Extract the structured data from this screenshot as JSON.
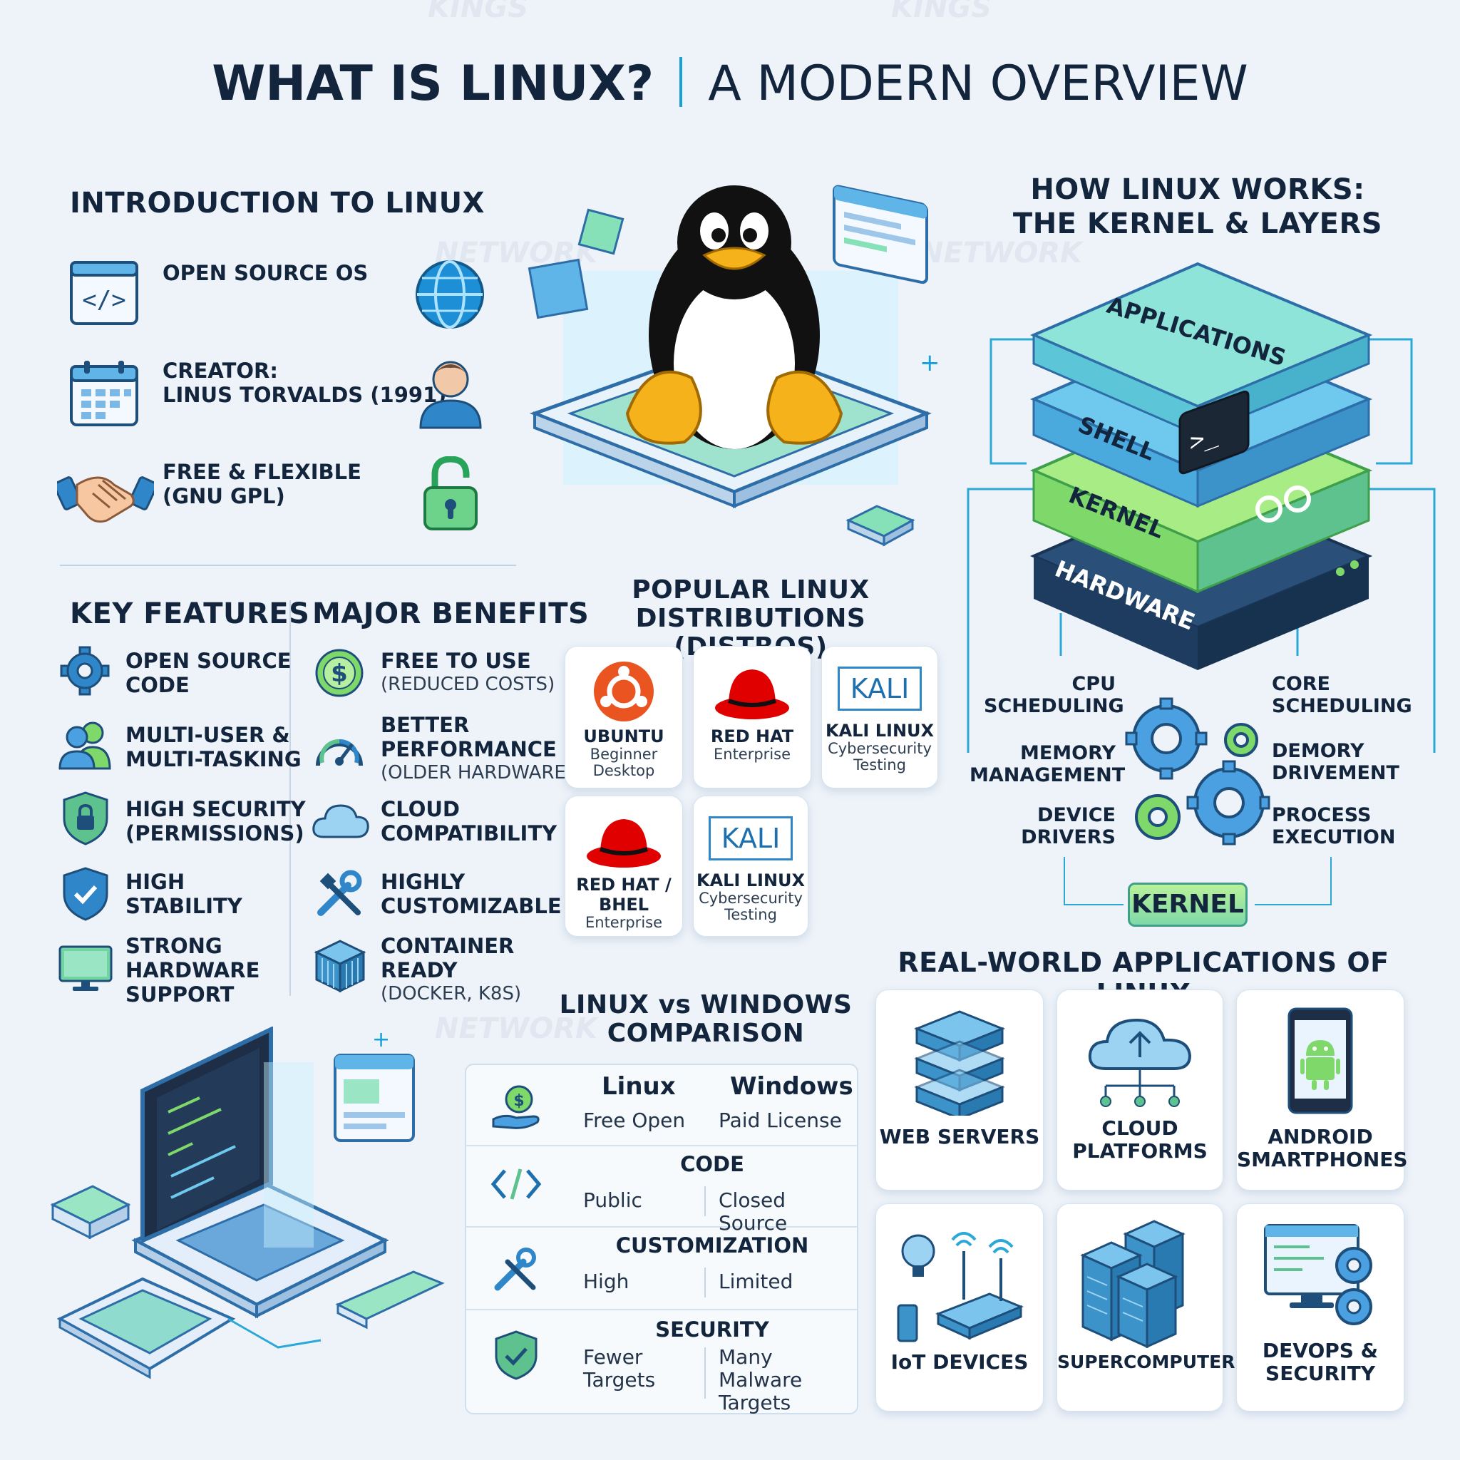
{
  "title": {
    "main": "WHAT IS LINUX?",
    "sub": "A MODERN OVERVIEW"
  },
  "intro": {
    "title": "INTRODUCTION TO LINUX",
    "items": [
      {
        "text": "OPEN SOURCE OS"
      },
      {
        "text": "CREATOR:",
        "text2": "LINUS TORVALDS (1991)"
      },
      {
        "text": "FREE & FLEXIBLE",
        "text2": "(GNU GPL)"
      }
    ]
  },
  "how": {
    "title1": "HOW LINUX WORKS:",
    "title2": "THE KERNEL & LAYERS",
    "layers": [
      "APPLICATIONS",
      "SHELL",
      "KERNEL",
      "HARDWARE"
    ],
    "functions": {
      "cpu": [
        "CPU",
        "SCHEDULING"
      ],
      "core": [
        "CORE",
        "SCHEDULING"
      ],
      "memory": [
        "MEMORY",
        "MANAGEMENT"
      ],
      "demory": [
        "DEMORY",
        "DRIVEMENT"
      ],
      "device": [
        "DEVICE",
        "DRIVERS"
      ],
      "process": [
        "PROCESS",
        "EXECUTION"
      ]
    },
    "kernel_badge": "KERNEL"
  },
  "features": {
    "title": "KEY FEATURES",
    "items": [
      [
        "OPEN SOURCE",
        "CODE"
      ],
      [
        "MULTI-USER &",
        "MULTI-TASKING"
      ],
      [
        "HIGH SECURITY",
        "(PERMISSIONS)"
      ],
      [
        "HIGH",
        "STABILITY"
      ],
      [
        "STRONG",
        "HARDWARE",
        "SUPPORT"
      ]
    ]
  },
  "benefits": {
    "title": "MAJOR BENEFITS",
    "items": [
      {
        "lines": [
          "FREE TO USE"
        ],
        "sub": [
          "(Reduced Costs)"
        ]
      },
      {
        "lines": [
          "BETTER",
          "PERFORMANCE"
        ],
        "sub": [
          "(Older Hardware)"
        ]
      },
      {
        "lines": [
          "CLOUD",
          "COMPATIBILITY"
        ],
        "sub": []
      },
      {
        "lines": [
          "HIGHLY",
          "CUSTOMIZABLE"
        ],
        "sub": []
      },
      {
        "lines": [
          "CONTAINER",
          "READY"
        ],
        "sub": [
          "(Docker, K8s)"
        ]
      }
    ]
  },
  "distros": {
    "title1": "POPULAR LINUX",
    "title2": "DISTRIBUTIONS (DISTROS)",
    "cards": [
      {
        "name": "UBUNTU",
        "sub1": "Beginner",
        "sub2": "Desktop"
      },
      {
        "name": "RED HAT",
        "sub1": "Enterprise",
        "sub2": ""
      },
      {
        "name": "KALI LINUX",
        "sub1": "Cybersecurity",
        "sub2": "Testing",
        "logo": "KALI"
      },
      {
        "name": "RED HAT /",
        "name2": "BHEL",
        "sub1": "Enterprise",
        "sub2": ""
      },
      {
        "name": "KALI LINUX",
        "sub1": "Cybersecurity",
        "sub2": "Testing",
        "logo": "KALI"
      }
    ]
  },
  "comparison": {
    "title1": "LINUX vs WINDOWS",
    "title2": "COMPARISON",
    "col1": "Linux",
    "col2": "Windows",
    "rows": [
      {
        "category": "",
        "linux": [
          "Free Open"
        ],
        "windows": [
          "Paid License"
        ]
      },
      {
        "category": "CODE",
        "linux": [
          "Public"
        ],
        "windows": [
          "Closed Source"
        ]
      },
      {
        "category": "CUSTOMIZATION",
        "linux": [
          "High"
        ],
        "windows": [
          "Limited"
        ]
      },
      {
        "category": "SECURITY",
        "linux": [
          "Fewer",
          "Targets"
        ],
        "windows": [
          "Many Malware",
          "Targets"
        ]
      }
    ]
  },
  "applications": {
    "title": "REAL-WORLD APPLICATIONS OF LINUX",
    "items": [
      [
        "WEB SERVERS"
      ],
      [
        "CLOUD",
        "PLATFORMS"
      ],
      [
        "ANDROID",
        "SMARTPHONES"
      ],
      [
        "IoT DEVICES"
      ],
      [
        "SUPERCOMPUTERS"
      ],
      [
        "DEVOPS &",
        "SECURITY"
      ]
    ]
  },
  "watermark": {
    "line1": "NETWORK",
    "line2": "KINGS"
  },
  "colors": {
    "navy": "#13253d",
    "accent": "#1aa0d8",
    "green": "#7fd96a",
    "ubuntu": "#e95420",
    "redhat": "#e00000"
  }
}
